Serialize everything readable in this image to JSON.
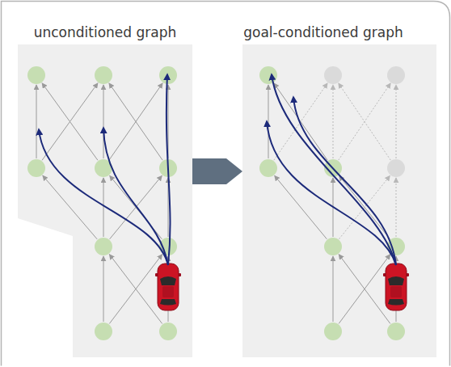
{
  "diagram": {
    "nodes": [
      {
        "text": [
          "unconditioned graph"
        ]
      },
      {
        "text": [
          "goal-conditioned graph"
        ]
      }
    ],
    "edges": [
      {
        "from": 0,
        "to": 1,
        "arrow": "to"
      }
    ]
  }
}
